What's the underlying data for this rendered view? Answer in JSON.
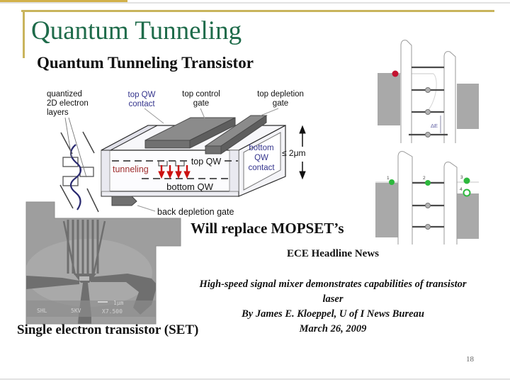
{
  "slide": {
    "title": "Quantum Tunneling",
    "subtitle": "Quantum Tunneling Transistor",
    "page_number": "18"
  },
  "transistor_diagram": {
    "quantized_label": [
      "quantized",
      "2D electron",
      "layers"
    ],
    "top_qw_contact": [
      "top QW",
      "contact"
    ],
    "top_control_gate": [
      "top control",
      "gate"
    ],
    "top_depletion_gate": [
      "top depletion",
      "gate"
    ],
    "bottom_qw_contact": [
      "bottom",
      "QW",
      "contact"
    ],
    "top_qw": "top QW",
    "tunneling": "tunneling",
    "bottom_qw": "bottom QW",
    "back_depletion_gate": "back depletion gate",
    "scale_note": "≤ 2μm"
  },
  "sem": {
    "caption": "Single electron transistor (SET)",
    "annotations": {
      "lab": "SHL",
      "voltage": "5KV",
      "magnification": "X7.500",
      "scale": "1μm"
    }
  },
  "energy_diagrams": {
    "delta_e_label": "ΔE",
    "step_labels": [
      "1",
      "2",
      "3",
      "4"
    ]
  },
  "text": {
    "will_replace": "Will replace MOPSET’s",
    "news_heading": "ECE Headline News",
    "news_lines": [
      "High-speed signal mixer demonstrates capabilities of transistor",
      "laser",
      "By James E. Kloeppel, U of I News Bureau",
      "March 26, 2009"
    ]
  },
  "colors": {
    "title_green": "#1e6b4a",
    "accent_gold": "#c9b45c",
    "contact_blue": "#33338c",
    "tunneling_red": "#a03030",
    "arrow_red": "#cc1111",
    "electron_red": "#c41230",
    "electron_green": "#2db83d"
  }
}
